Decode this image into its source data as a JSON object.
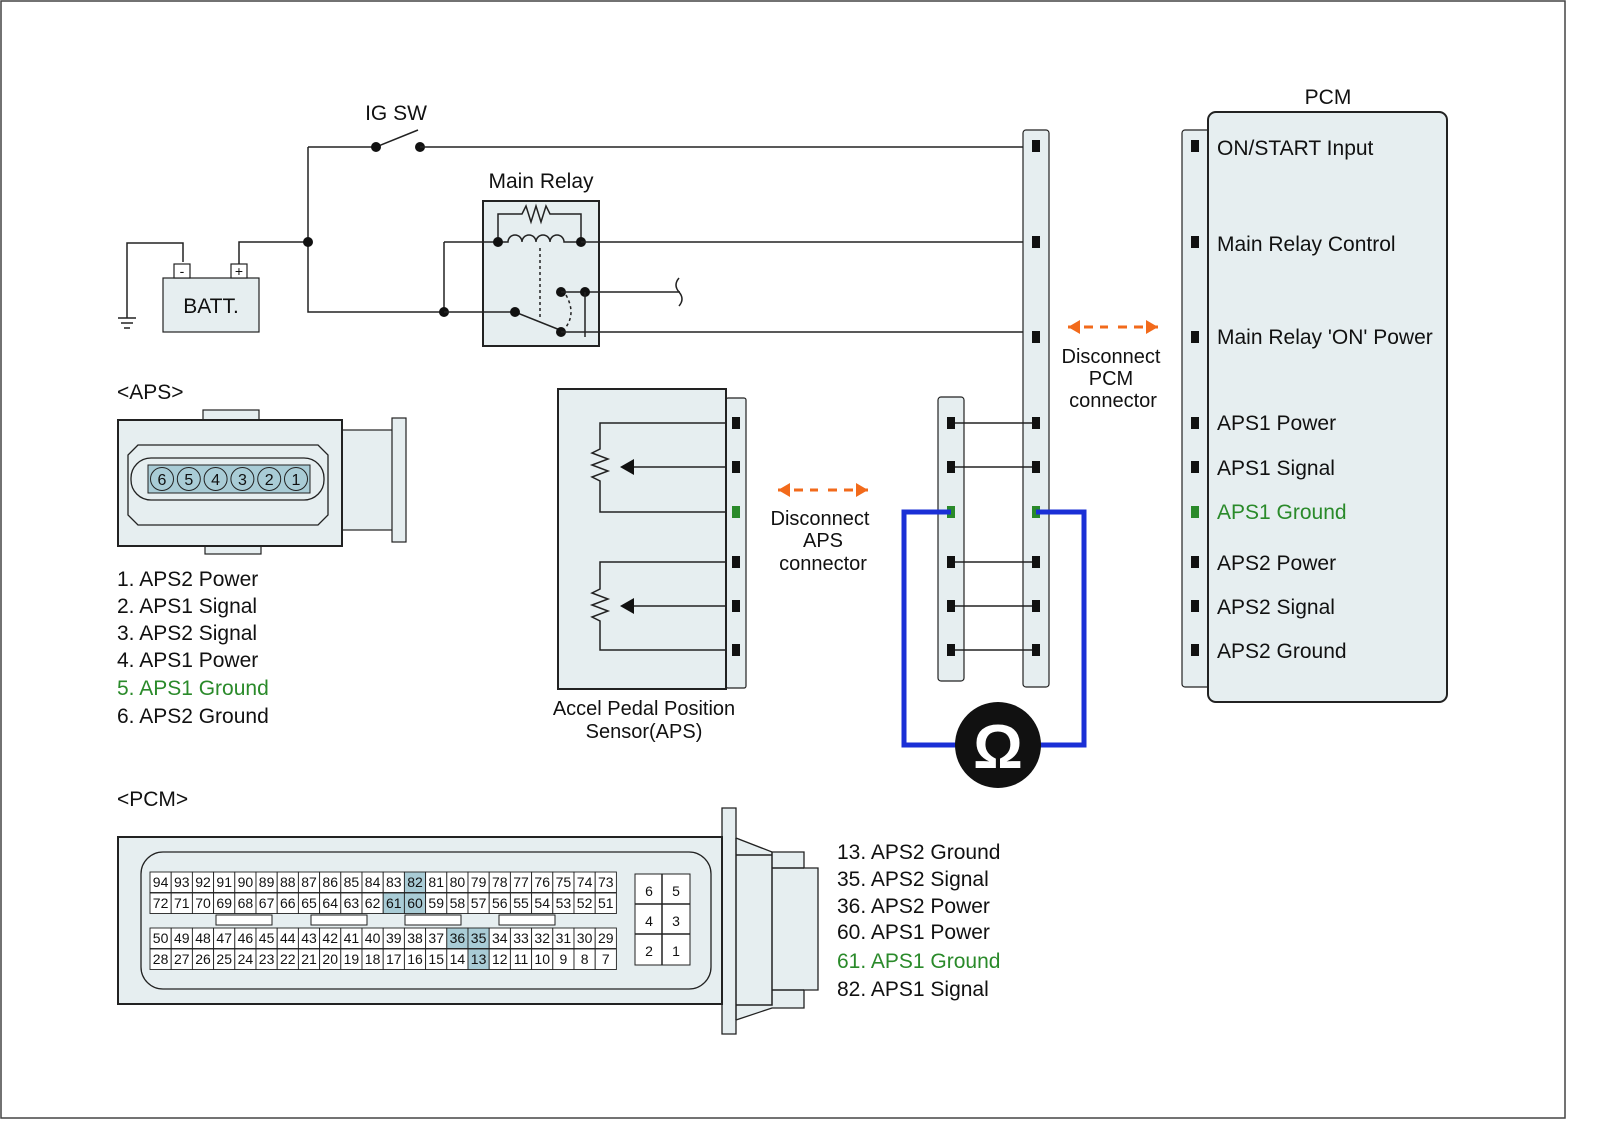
{
  "ig_sw_label": "IG SW",
  "main_relay_label": "Main Relay",
  "batt_label": "BATT.",
  "batt_minus": "-",
  "batt_plus": "+",
  "pcm_title": "PCM",
  "pcm_pins": {
    "on_start": "ON/START Input",
    "relay_control": "Main Relay Control",
    "relay_on_power": "Main Relay 'ON' Power",
    "aps1_power": "APS1 Power",
    "aps1_signal": "APS1 Signal",
    "aps1_ground": "APS1 Ground",
    "aps2_power": "APS2 Power",
    "aps2_signal": "APS2 Signal",
    "aps2_ground": "APS2 Ground"
  },
  "disconnect_pcm": [
    "Disconnect",
    "PCM",
    "connector"
  ],
  "disconnect_aps": [
    "Disconnect",
    "APS",
    "connector"
  ],
  "sensor_label": [
    "Accel Pedal Position",
    "Sensor(APS)"
  ],
  "ohm_symbol": "Ω",
  "aps_header": "<APS>",
  "aps_pins": [
    "6",
    "5",
    "4",
    "3",
    "2",
    "1"
  ],
  "aps_list": [
    "1. APS2 Power",
    "2. APS1 Signal",
    "3. APS2 Signal",
    "4. APS1 Power",
    "5. APS1 Ground",
    "6. APS2 Ground"
  ],
  "pcm_header": "<PCM>",
  "pcm_rows": [
    [
      "94",
      "93",
      "92",
      "91",
      "90",
      "89",
      "88",
      "87",
      "86",
      "85",
      "84",
      "83",
      "82",
      "81",
      "80",
      "79",
      "78",
      "77",
      "76",
      "75",
      "74",
      "73"
    ],
    [
      "72",
      "71",
      "70",
      "69",
      "68",
      "67",
      "66",
      "65",
      "64",
      "63",
      "62",
      "61",
      "60",
      "59",
      "58",
      "57",
      "56",
      "55",
      "54",
      "53",
      "52",
      "51"
    ],
    [
      "50",
      "49",
      "48",
      "47",
      "46",
      "45",
      "44",
      "43",
      "42",
      "41",
      "40",
      "39",
      "38",
      "37",
      "36",
      "35",
      "34",
      "33",
      "32",
      "31",
      "30",
      "29"
    ],
    [
      "28",
      "27",
      "26",
      "25",
      "24",
      "23",
      "22",
      "21",
      "20",
      "19",
      "18",
      "17",
      "16",
      "15",
      "14",
      "13",
      "12",
      "11",
      "10",
      "9",
      "8",
      "7"
    ]
  ],
  "pcm_highlight": [
    "82",
    "61",
    "60",
    "36",
    "35",
    "13"
  ],
  "pcm_small_pins": [
    [
      "6",
      "5"
    ],
    [
      "4",
      "3"
    ],
    [
      "2",
      "1"
    ]
  ],
  "pcm_list": [
    "13. APS2 Ground",
    "35. APS2 Signal",
    "36. APS2 Power",
    "60. APS1 Power",
    "61. APS1 Ground",
    "82. APS1 Signal"
  ],
  "colors": {
    "ground_highlight": "#2a8a2a",
    "meter_wire": "#1a2fd6",
    "arrow": "#f26a1b",
    "pin_highlight": "#a9ccd6",
    "panel_fill": "#e6eef0"
  }
}
